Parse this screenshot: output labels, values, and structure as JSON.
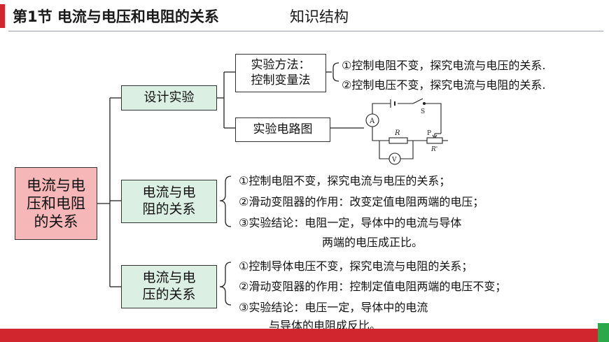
{
  "header": {
    "title": "第1节 电流与电压和电阻的关系",
    "subtitle": "知识结构"
  },
  "diagram": {
    "root": "电流与电压和电阻的关系",
    "design": {
      "label": "设计实验",
      "method": {
        "label": "实验方法：控制变量法",
        "items": [
          "①控制电阻不变，探究电流与电压的关系.",
          "②控制电压不变，探究电流与电阻的关系."
        ]
      },
      "circuit": {
        "label": "实验电路图",
        "symbols": {
          "ammeter": "A",
          "voltmeter": "V",
          "switch": "S",
          "resistor": "R",
          "slider": "P",
          "rheostat": "R'"
        }
      }
    },
    "current_voltage": {
      "label": "电流与电阻的关系",
      "items": [
        "①控制电阻不变，探究电流与电压的关系；",
        "②滑动变阻器的作用：改变定值电阻两端的电压；",
        "③实验结论：电阻一定，导体中的电流与导体",
        "两端的电压成正比。"
      ]
    },
    "current_resistance": {
      "label": "电流与电压的关系",
      "items": [
        "①控制导体电压不变，探究电流与电阻的关系；",
        "②滑动变阻器的作用：控制定值电阻两端的电压不变；",
        "③实验结论：电压一定，导体中的电流",
        "与导体的电阻成反比。"
      ]
    }
  },
  "colors": {
    "accent_red": "#d2262e",
    "accent_green": "#2aa84a",
    "box_green": "#dcefe3",
    "box_pink": "#f5b7b7"
  }
}
